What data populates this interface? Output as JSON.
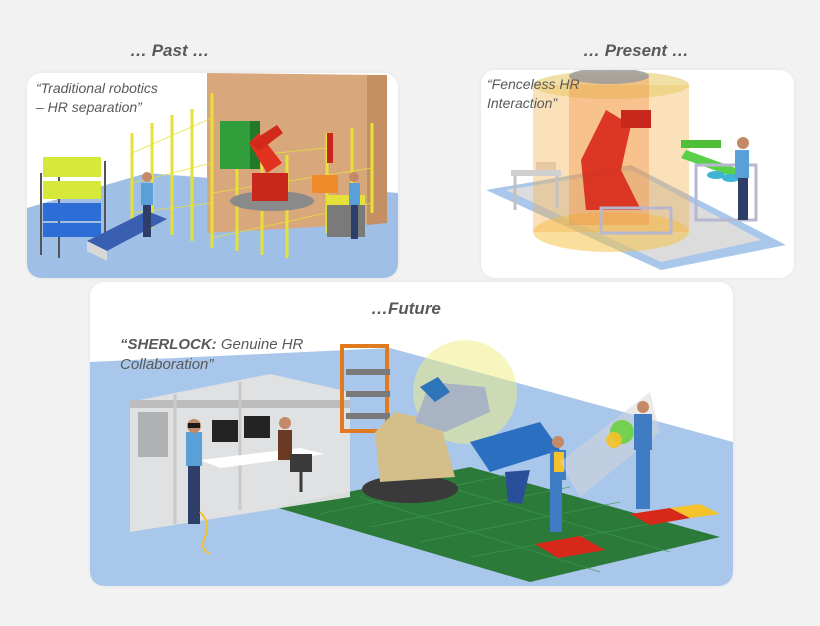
{
  "past": {
    "title": "… Past …",
    "caption_line1": "“Traditional robotics",
    "caption_line2": "– HR separation”"
  },
  "present": {
    "title": "… Present …",
    "caption_line1": "“Fenceless HR",
    "caption_line2": "Interaction”"
  },
  "future": {
    "title": "…Future",
    "caption_bold": "“SHERLOCK:",
    "caption_rest": " Genuine HR",
    "caption_line2": "Collaboration”"
  }
}
